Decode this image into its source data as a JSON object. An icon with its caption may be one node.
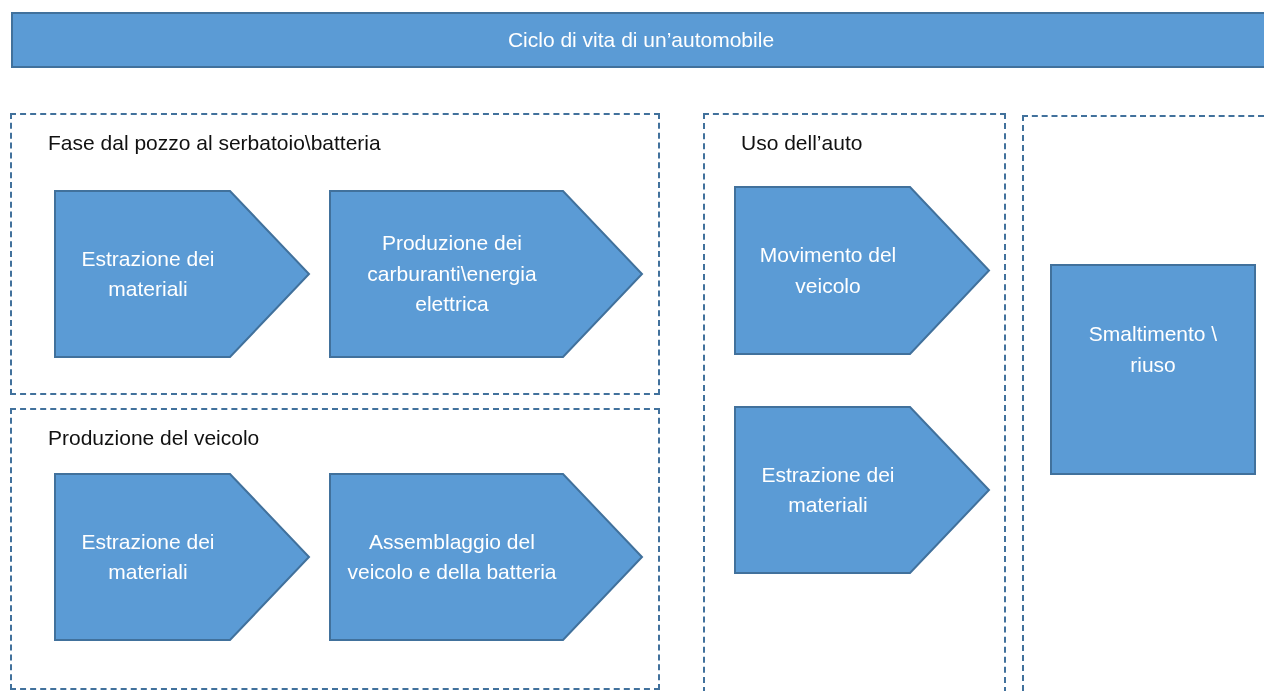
{
  "diagram": {
    "nodes": [
      {
        "text": [
          "Ciclo di vita di un’automobile"
        ]
      },
      {
        "text": [
          "Fase dal pozzo al serbatoio\\batteria"
        ]
      },
      {
        "text": [
          "Estrazione dei materiali"
        ],
        "in": 1
      },
      {
        "text": [
          "Produzione dei carburanti\\energia elettrica"
        ],
        "in": 1
      },
      {
        "text": [
          "Produzione del veicolo"
        ]
      },
      {
        "text": [
          "Estrazione dei materiali"
        ],
        "in": 4
      },
      {
        "text": [
          "Assemblaggio del veicolo e della batteria"
        ],
        "in": 4
      },
      {
        "text": [
          "Uso dell’auto"
        ]
      },
      {
        "text": [
          "Movimento del veicolo"
        ],
        "in": 7
      },
      {
        "text": [
          "Estrazione dei materiali"
        ],
        "in": 7
      },
      {
        "text": [],
        "shape": "box"
      },
      {
        "text": [
          "Smaltimento \\ riuso"
        ],
        "in": 10
      }
    ]
  }
}
